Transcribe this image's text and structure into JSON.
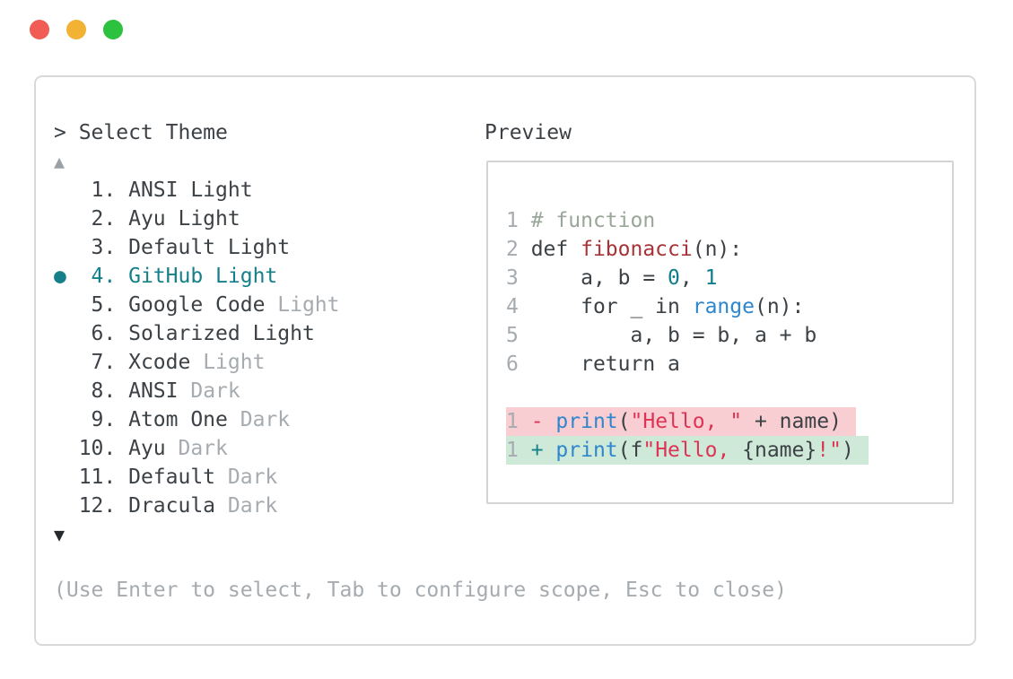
{
  "colors": {
    "accent_teal": "#15808a",
    "text_dark": "#3c4146",
    "text_dim": "#a6abb0",
    "comment_sage": "#9aa699",
    "function_red": "#a73336",
    "number_teal": "#0f7e8a",
    "builtin_blue": "#2e86cc",
    "string_crimson": "#dd3355",
    "diff_removed_bg": "#f8ced3",
    "diff_added_bg": "#cfe9d9",
    "panel_border": "#d9d9d9"
  },
  "window": {
    "traffic_lights": [
      {
        "name": "close",
        "color": "#f15c55"
      },
      {
        "name": "minimize",
        "color": "#f2b233"
      },
      {
        "name": "maximize",
        "color": "#2cc13e"
      }
    ]
  },
  "selector": {
    "prompt": "> Select Theme",
    "scroll_up": "▲",
    "scroll_down": "▼",
    "help": "(Use Enter to select, Tab to configure scope, Esc to close)",
    "items": [
      {
        "num": "1.",
        "name": "ANSI Light",
        "dim": "",
        "selected": false
      },
      {
        "num": "2.",
        "name": "Ayu Light",
        "dim": "",
        "selected": false
      },
      {
        "num": "3.",
        "name": "Default Light",
        "dim": "",
        "selected": false
      },
      {
        "num": "4.",
        "name": "GitHub Light",
        "dim": "",
        "selected": true
      },
      {
        "num": "5.",
        "name": "Google Code",
        "dim": "Light",
        "selected": false
      },
      {
        "num": "6.",
        "name": "Solarized Light",
        "dim": "",
        "selected": false
      },
      {
        "num": "7.",
        "name": "Xcode",
        "dim": "Light",
        "selected": false
      },
      {
        "num": "8.",
        "name": "ANSI",
        "dim": "Dark",
        "selected": false
      },
      {
        "num": "9.",
        "name": "Atom One",
        "dim": "Dark",
        "selected": false
      },
      {
        "num": "10.",
        "name": "Ayu",
        "dim": "Dark",
        "selected": false
      },
      {
        "num": "11.",
        "name": "Default",
        "dim": "Dark",
        "selected": false
      },
      {
        "num": "12.",
        "name": "Dracula",
        "dim": "Dark",
        "selected": false
      }
    ]
  },
  "preview": {
    "title": "Preview",
    "code_lines": [
      {
        "num": "1",
        "bg": null,
        "tokens": [
          {
            "t": "# function",
            "c": "comment"
          }
        ]
      },
      {
        "num": "2",
        "bg": null,
        "tokens": [
          {
            "t": "def ",
            "c": "plain"
          },
          {
            "t": "fibonacci",
            "c": "func"
          },
          {
            "t": "(n):",
            "c": "plain"
          }
        ]
      },
      {
        "num": "3",
        "bg": null,
        "tokens": [
          {
            "t": "    a, b = ",
            "c": "plain"
          },
          {
            "t": "0",
            "c": "num"
          },
          {
            "t": ", ",
            "c": "plain"
          },
          {
            "t": "1",
            "c": "num"
          }
        ]
      },
      {
        "num": "4",
        "bg": null,
        "tokens": [
          {
            "t": "    for _ in ",
            "c": "plain"
          },
          {
            "t": "range",
            "c": "builtin"
          },
          {
            "t": "(n):",
            "c": "plain"
          }
        ]
      },
      {
        "num": "5",
        "bg": null,
        "tokens": [
          {
            "t": "        a, b = b, a + b",
            "c": "plain"
          }
        ]
      },
      {
        "num": "6",
        "bg": null,
        "tokens": [
          {
            "t": "    return a",
            "c": "plain"
          }
        ]
      },
      {
        "num": "",
        "bg": null,
        "tokens": []
      },
      {
        "num": "1",
        "bg": "removed",
        "tokens": [
          {
            "t": "- ",
            "c": "minus"
          },
          {
            "t": "print",
            "c": "builtin"
          },
          {
            "t": "(",
            "c": "plain"
          },
          {
            "t": "\"Hello, \"",
            "c": "str"
          },
          {
            "t": " + name)",
            "c": "plain"
          }
        ]
      },
      {
        "num": "1",
        "bg": "added",
        "tokens": [
          {
            "t": "+ ",
            "c": "plus"
          },
          {
            "t": "print",
            "c": "builtin"
          },
          {
            "t": "(f",
            "c": "plain"
          },
          {
            "t": "\"Hello, ",
            "c": "str"
          },
          {
            "t": "{name}",
            "c": "plain"
          },
          {
            "t": "!\"",
            "c": "str"
          },
          {
            "t": ")",
            "c": "plain"
          }
        ]
      }
    ]
  }
}
